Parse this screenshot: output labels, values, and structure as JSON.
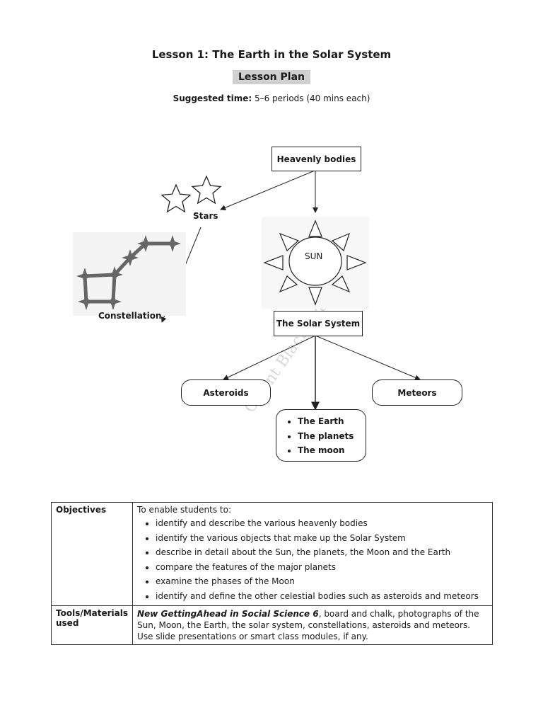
{
  "header": {
    "title": "Lesson 1: The Earth in the Solar System",
    "subtitle": "Lesson Plan",
    "time_label": "Suggested time:",
    "time_value": " 5–6 periods (40 mins each)"
  },
  "diagram": {
    "heavenly_bodies": "Heavenly bodies",
    "stars": "Stars",
    "constellation": "Constellation",
    "sun": "SUN",
    "solar_system": "The Solar System",
    "asteroids": "Asteroids",
    "meteors": "Meteors",
    "bullets": [
      "The Earth",
      "The planets",
      "The moon"
    ]
  },
  "watermark": "Orient BlackSwan",
  "table": {
    "objectives_head": "Objectives",
    "objectives_intro": "To enable students to:",
    "objectives": [
      "identify and describe the various heavenly bodies",
      "identify the various objects that make up the Solar System",
      "describe in detail about the Sun, the planets, the Moon and the Earth",
      "compare the features of  the major planets",
      "examine the phases of the Moon",
      "identify and define the other celestial bodies such as asteroids and meteors"
    ],
    "tools_head": "Tools/Materials used",
    "tools_book": "New GettingAhead in Social Science 6",
    "tools_text": ", board and chalk, photographs of the Sun, Moon, the Earth, the solar system, constellations, asteroids and meteors. Use slide presentations or smart class modules, if any."
  }
}
